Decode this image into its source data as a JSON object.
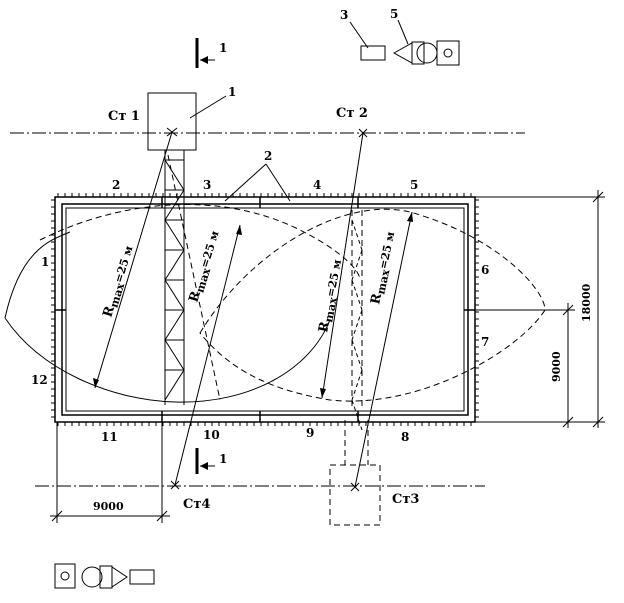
{
  "labels": {
    "section_mark": "1",
    "section_mark_bottom": "1",
    "callout_1": "1",
    "callout_2": "2",
    "callout_3": "3",
    "callout_5": "5",
    "st1": "Ст 1",
    "st2": "Ст 2",
    "st3": "Ст3",
    "st4": "Ст4",
    "radius_label": "R",
    "radius_sub": "max",
    "radius_value": "=25 м",
    "dim_18000": "18000",
    "dim_9000_v": "9000",
    "dim_9000_h": "9000"
  },
  "sections": {
    "top": [
      "2",
      "3",
      "4",
      "5"
    ],
    "right": [
      "6",
      "7"
    ],
    "bottom": [
      "8",
      "9",
      "10",
      "11"
    ],
    "left": [
      "1",
      "12"
    ]
  }
}
